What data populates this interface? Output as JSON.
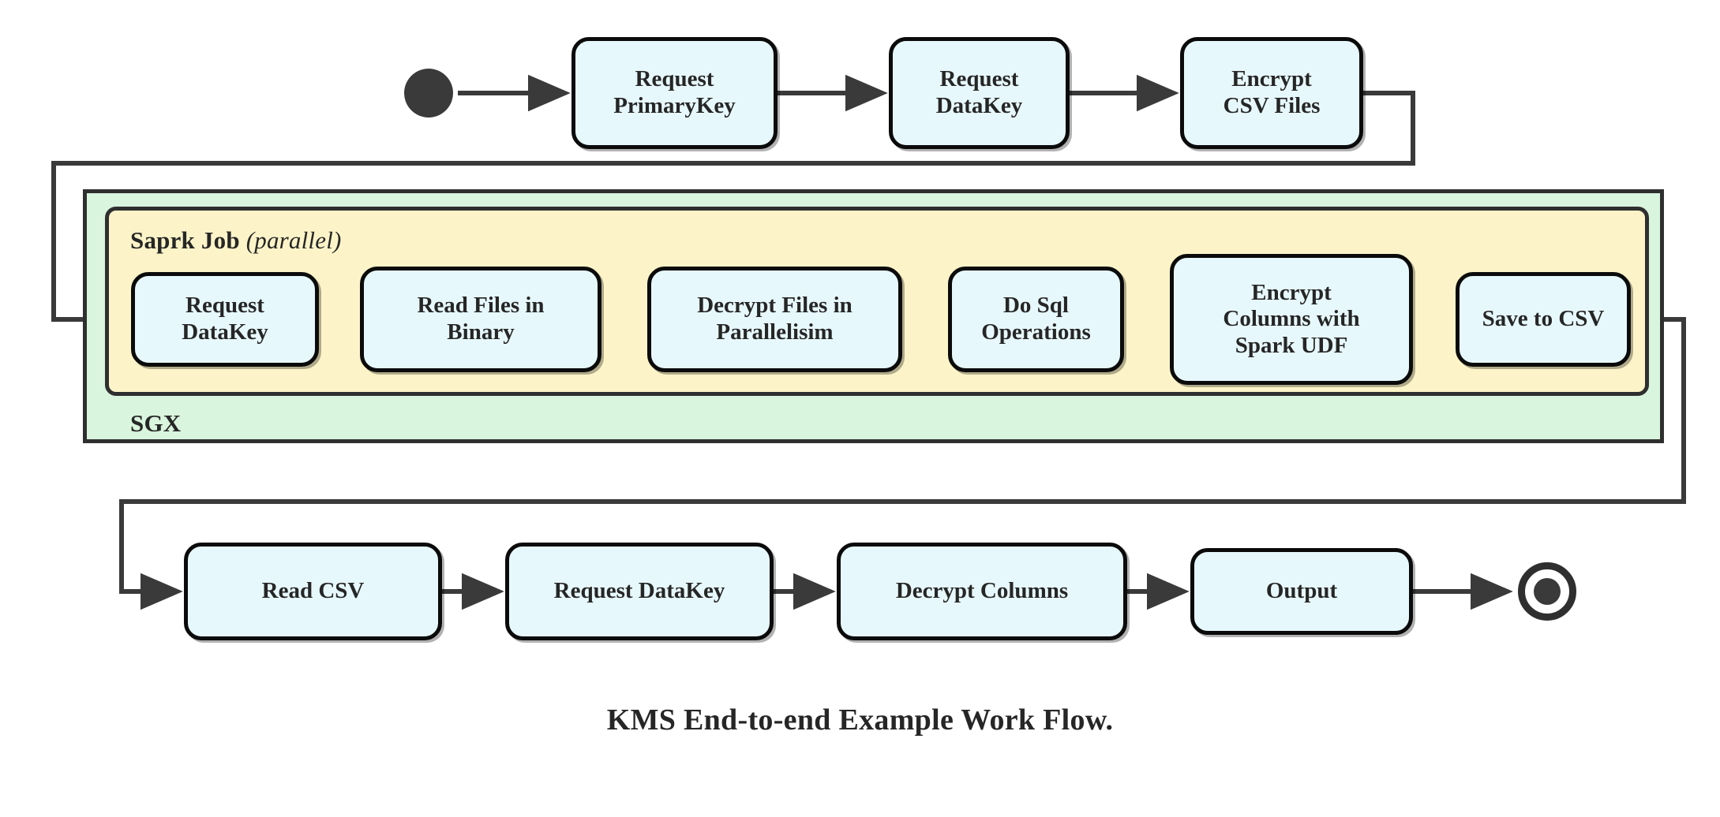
{
  "diagram": {
    "title": "KMS End-to-end Example Work Flow.",
    "type": "activity-flowchart",
    "colors": {
      "node_fill": "#e7f8fc",
      "node_stroke": "#0b0b0b",
      "sgx_fill": "#d9f5dd",
      "spark_fill": "#fcf4c8",
      "container_stroke": "#2f2f2f",
      "connector": "#3a3a3a",
      "text": "#262626",
      "background": "#ffffff"
    },
    "containers": {
      "sgx": {
        "label": "SGX"
      },
      "spark": {
        "label_main": "Saprk Job",
        "label_italic": "(parallel)"
      }
    },
    "markers": {
      "start": "filled-circle-start-node",
      "end": "double-circle-end-node"
    },
    "rows": {
      "top": {
        "name": "key-setup-row",
        "nodes": [
          {
            "id": "request-primarykey",
            "lines": [
              "Request",
              "PrimaryKey"
            ]
          },
          {
            "id": "request-datakey-top",
            "lines": [
              "Request",
              "DataKey"
            ]
          },
          {
            "id": "encrypt-csv-files",
            "lines": [
              "Encrypt",
              "CSV Files"
            ]
          }
        ]
      },
      "middle": {
        "name": "spark-job-row",
        "nodes": [
          {
            "id": "request-datakey-spark",
            "lines": [
              "Request",
              "DataKey"
            ]
          },
          {
            "id": "read-files-in-binary",
            "lines": [
              "Read Files in",
              "Binary"
            ]
          },
          {
            "id": "decrypt-files-in-parallelisim",
            "lines": [
              "Decrypt Files in",
              "Parallelisim"
            ]
          },
          {
            "id": "do-sql-operations",
            "lines": [
              "Do Sql",
              "Operations"
            ]
          },
          {
            "id": "encrypt-columns-with-spark-udf",
            "lines": [
              "Encrypt",
              "Columns with",
              "Spark UDF"
            ]
          },
          {
            "id": "save-to-csv",
            "lines": [
              "Save to CSV"
            ]
          }
        ]
      },
      "bottom": {
        "name": "output-row",
        "nodes": [
          {
            "id": "read-csv",
            "lines": [
              "Read CSV"
            ]
          },
          {
            "id": "request-datakey-bottom",
            "lines": [
              "Request DataKey"
            ]
          },
          {
            "id": "decrypt-columns",
            "lines": [
              "Decrypt Columns"
            ]
          },
          {
            "id": "output",
            "lines": [
              "Output"
            ]
          }
        ]
      }
    },
    "flow_sequence": [
      "start",
      "Request PrimaryKey",
      "Request DataKey",
      "Encrypt CSV Files",
      "Request DataKey",
      "Read Files in Binary",
      "Decrypt Files in Parallelisim",
      "Do Sql Operations",
      "Encrypt Columns with Spark UDF",
      "Save to CSV",
      "Read CSV",
      "Request DataKey",
      "Decrypt Columns",
      "Output",
      "end"
    ]
  }
}
